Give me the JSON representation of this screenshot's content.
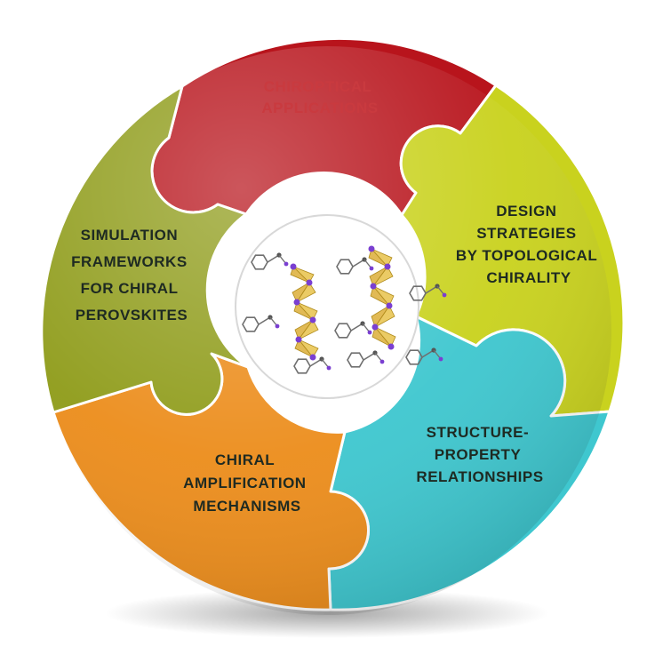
{
  "segments": [
    {
      "id": "red",
      "color": "#b8141c",
      "text_color": "#c93a3f",
      "lines": [
        "CHIROPTICAL",
        "APPLICATIONS"
      ]
    },
    {
      "id": "lime",
      "color": "#c9d21e",
      "text_color": "#1e2a22",
      "lines": [
        "DESIGN",
        "STRATEGIES",
        "BY TOPOLOGICAL",
        "CHIRALITY"
      ]
    },
    {
      "id": "cyan",
      "color": "#3fc7cf",
      "text_color": "#1e2a22",
      "lines": [
        "STRUCTURE-",
        "PROPERTY",
        "RELATIONSHIPS"
      ]
    },
    {
      "id": "orange",
      "color": "#ec8d1c",
      "text_color": "#1e2a22",
      "lines": [
        "CHIRAL",
        "AMPLIFICATION",
        "MECHANISMS"
      ]
    },
    {
      "id": "olive",
      "color": "#8f9c1a",
      "text_color": "#1e2a22",
      "lines": [
        "SIMULATION",
        "FRAMEWORKS",
        "FOR CHIRAL",
        "PEROVSKITES"
      ]
    }
  ],
  "center": {
    "background": "#ffffff",
    "accent": "#e8c24a",
    "atom": "#7a3fd1"
  }
}
